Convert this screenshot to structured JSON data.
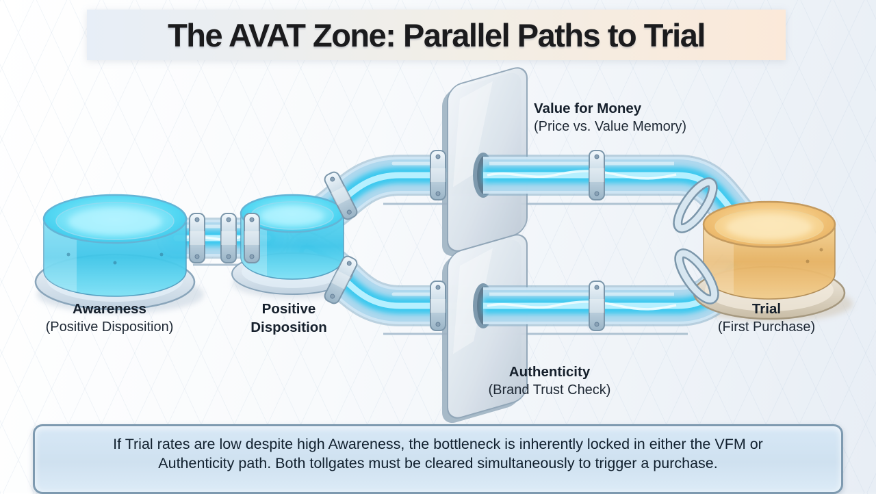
{
  "title": "The AVAT Zone: Parallel Paths to Trial",
  "nodes": {
    "awareness": {
      "label": "Awareness",
      "sublabel": "(Positive Disposition)"
    },
    "positive_disposition": {
      "line1": "Positive",
      "line2": "Disposition"
    },
    "vfm_gate": {
      "label": "Value for Money",
      "sublabel": "(Price vs. Value Memory)"
    },
    "authenticity_gate": {
      "label": "Authenticity",
      "sublabel": "(Brand Trust Check)"
    },
    "trial": {
      "label": "Trial",
      "sublabel": "(First Purchase)"
    }
  },
  "caption": "If Trial rates are low despite high Awareness, the bottleneck is inherently locked in either the VFM or Authenticity path. Both tollgates must be cleared simultaneously to trigger a purchase.",
  "colors": {
    "accent_cyan": "#2bc7ef",
    "accent_amber": "#edbe72",
    "pipe_glass": "#cfe7f5",
    "gate_panel": "#d8e1ea",
    "banner_left": "#e7eef7",
    "banner_right": "#fbe9d9",
    "caption_bg": "#d6e7f5",
    "caption_border": "#7e9ab0",
    "title_text": "#1b1b1d"
  }
}
